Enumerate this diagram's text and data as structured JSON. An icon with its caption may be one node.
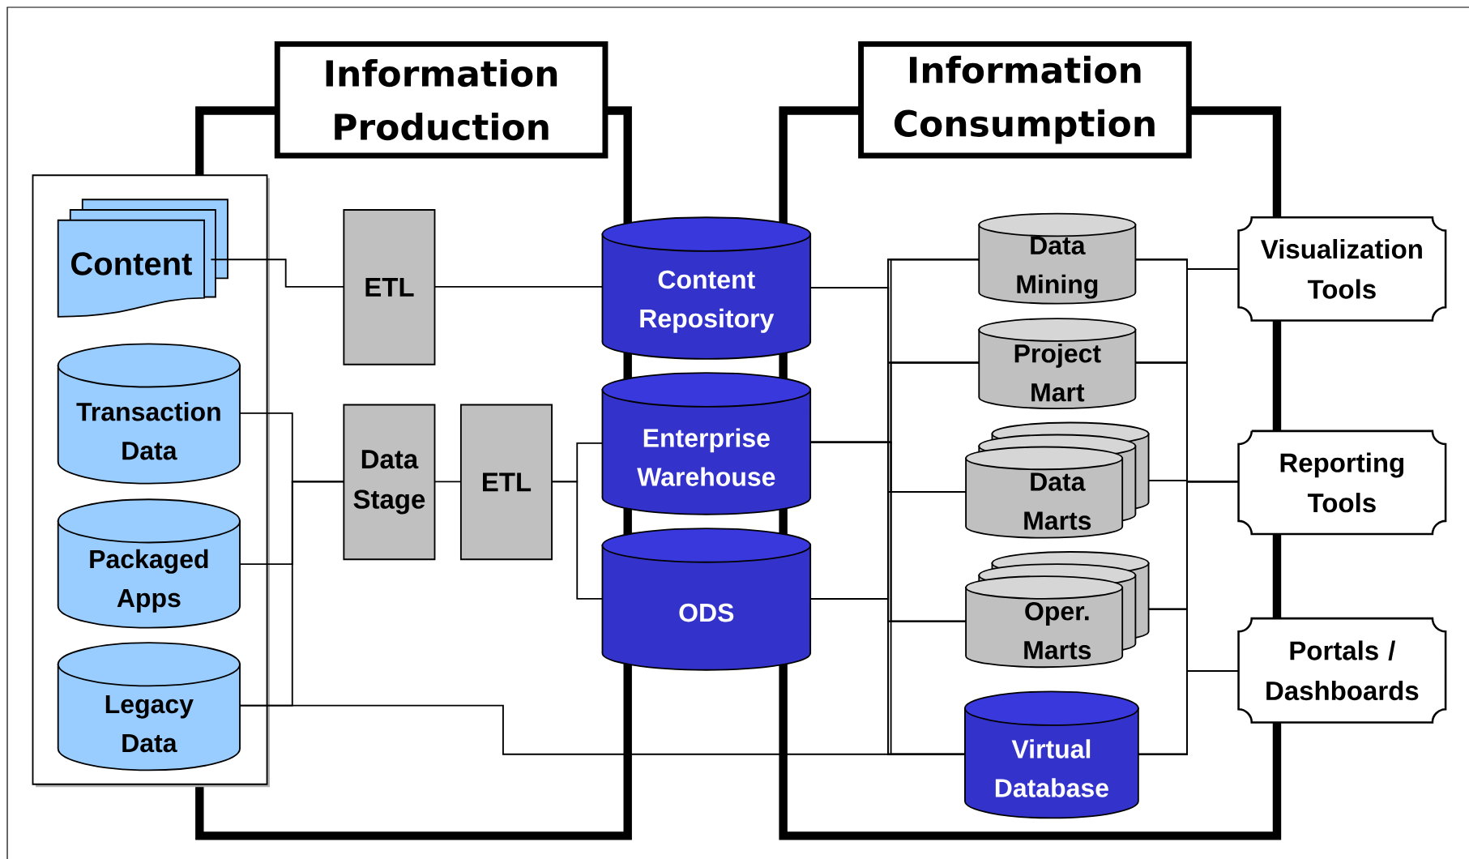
{
  "diagram": {
    "nodes": [
      {
        "text": [
          "Information Production"
        ]
      },
      {
        "text": [
          "Information Consumption"
        ]
      },
      {
        "text": [],
        "shape": "box"
      },
      {
        "text": [
          "Content"
        ],
        "in": 2
      },
      {
        "text": [
          "Transaction Data"
        ],
        "in": 2
      },
      {
        "text": [
          "Packaged Apps"
        ],
        "in": 2
      },
      {
        "text": [
          "Legacy Data"
        ],
        "in": 2
      },
      {
        "text": [
          "ETL"
        ],
        "in": 0
      },
      {
        "text": [
          "Data Stage"
        ],
        "in": 0
      },
      {
        "text": [
          "ETL"
        ],
        "in": 0
      },
      {
        "text": [
          "Content Repository"
        ]
      },
      {
        "text": [
          "Enterprise Warehouse"
        ]
      },
      {
        "text": [
          "ODS"
        ]
      },
      {
        "text": [
          "Data Mining"
        ],
        "in": 1
      },
      {
        "text": [
          "Project Mart"
        ],
        "in": 1
      },
      {
        "text": [
          "Data Marts"
        ],
        "in": 1
      },
      {
        "text": [
          "Oper. Marts"
        ],
        "in": 1
      },
      {
        "text": [
          "Virtual Database"
        ],
        "in": 1
      },
      {
        "text": [
          "Visualization Tools"
        ]
      },
      {
        "text": [
          "Reporting Tools"
        ]
      },
      {
        "text": [
          "Portals / Dashboards"
        ]
      }
    ],
    "edges": [
      {
        "from": 3,
        "to": 7,
        "arrow": "none"
      },
      {
        "from": 7,
        "to": 10,
        "arrow": "none"
      },
      {
        "from": 4,
        "to": 8,
        "arrow": "none"
      },
      {
        "from": 5,
        "to": 8,
        "arrow": "none"
      },
      {
        "from": 6,
        "to": 8,
        "arrow": "none"
      },
      {
        "from": 6,
        "to": 17,
        "arrow": "none"
      },
      {
        "from": 8,
        "to": 9,
        "arrow": "none"
      },
      {
        "from": 9,
        "to": 11,
        "arrow": "none"
      },
      {
        "from": 9,
        "to": 12,
        "arrow": "none"
      },
      {
        "from": 10,
        "to": 13,
        "arrow": "none"
      },
      {
        "from": 10,
        "to": 14,
        "arrow": "none"
      },
      {
        "from": 10,
        "to": 15,
        "arrow": "none"
      },
      {
        "from": 10,
        "to": 16,
        "arrow": "none"
      },
      {
        "from": 10,
        "to": 17,
        "arrow": "none"
      },
      {
        "from": 11,
        "to": 13,
        "arrow": "none"
      },
      {
        "from": 11,
        "to": 14,
        "arrow": "none"
      },
      {
        "from": 11,
        "to": 15,
        "arrow": "none"
      },
      {
        "from": 11,
        "to": 16,
        "arrow": "none"
      },
      {
        "from": 11,
        "to": 17,
        "arrow": "none"
      },
      {
        "from": 12,
        "to": 13,
        "arrow": "none"
      },
      {
        "from": 12,
        "to": 14,
        "arrow": "none"
      },
      {
        "from": 12,
        "to": 15,
        "arrow": "none"
      },
      {
        "from": 12,
        "to": 16,
        "arrow": "none"
      },
      {
        "from": 12,
        "to": 17,
        "arrow": "none"
      },
      {
        "from": 13,
        "to": 18,
        "arrow": "none"
      },
      {
        "from": 13,
        "to": 19,
        "arrow": "none"
      },
      {
        "from": 13,
        "to": 20,
        "arrow": "none"
      },
      {
        "from": 14,
        "to": 18,
        "arrow": "none"
      },
      {
        "from": 14,
        "to": 19,
        "arrow": "none"
      },
      {
        "from": 14,
        "to": 20,
        "arrow": "none"
      },
      {
        "from": 15,
        "to": 18,
        "arrow": "none"
      },
      {
        "from": 15,
        "to": 19,
        "arrow": "none"
      },
      {
        "from": 15,
        "to": 20,
        "arrow": "none"
      },
      {
        "from": 16,
        "to": 18,
        "arrow": "none"
      },
      {
        "from": 16,
        "to": 19,
        "arrow": "none"
      },
      {
        "from": 16,
        "to": 20,
        "arrow": "none"
      },
      {
        "from": 17,
        "to": 18,
        "arrow": "none"
      },
      {
        "from": 17,
        "to": 19,
        "arrow": "none"
      },
      {
        "from": 17,
        "to": 20,
        "arrow": "none"
      }
    ]
  }
}
